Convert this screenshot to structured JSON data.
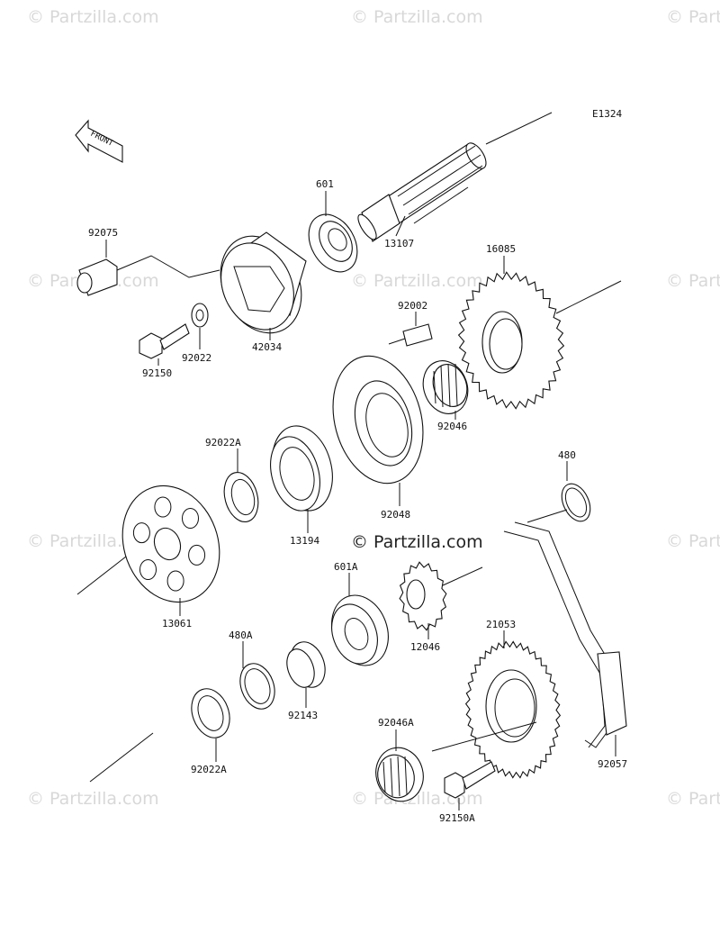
{
  "diagram_code": "E1324",
  "front_label": "FRONT",
  "center_watermark": "© Partzilla.com",
  "watermark_text": "© Partzilla.com",
  "parts": [
    {
      "id": "601",
      "label": "601"
    },
    {
      "id": "13107",
      "label": "13107"
    },
    {
      "id": "92075",
      "label": "92075"
    },
    {
      "id": "42034",
      "label": "42034"
    },
    {
      "id": "92022",
      "label": "92022"
    },
    {
      "id": "92150",
      "label": "92150"
    },
    {
      "id": "16085",
      "label": "16085"
    },
    {
      "id": "92002",
      "label": "92002"
    },
    {
      "id": "92046",
      "label": "92046"
    },
    {
      "id": "92022A-top",
      "label": "92022A"
    },
    {
      "id": "13194",
      "label": "13194"
    },
    {
      "id": "92048",
      "label": "92048"
    },
    {
      "id": "480",
      "label": "480"
    },
    {
      "id": "13061",
      "label": "13061"
    },
    {
      "id": "601A",
      "label": "601A"
    },
    {
      "id": "12046",
      "label": "12046"
    },
    {
      "id": "480A",
      "label": "480A"
    },
    {
      "id": "92143",
      "label": "92143"
    },
    {
      "id": "21053",
      "label": "21053"
    },
    {
      "id": "92022A-bottom",
      "label": "92022A"
    },
    {
      "id": "92046A",
      "label": "92046A"
    },
    {
      "id": "92057",
      "label": "92057"
    },
    {
      "id": "92150A",
      "label": "92150A"
    }
  ]
}
